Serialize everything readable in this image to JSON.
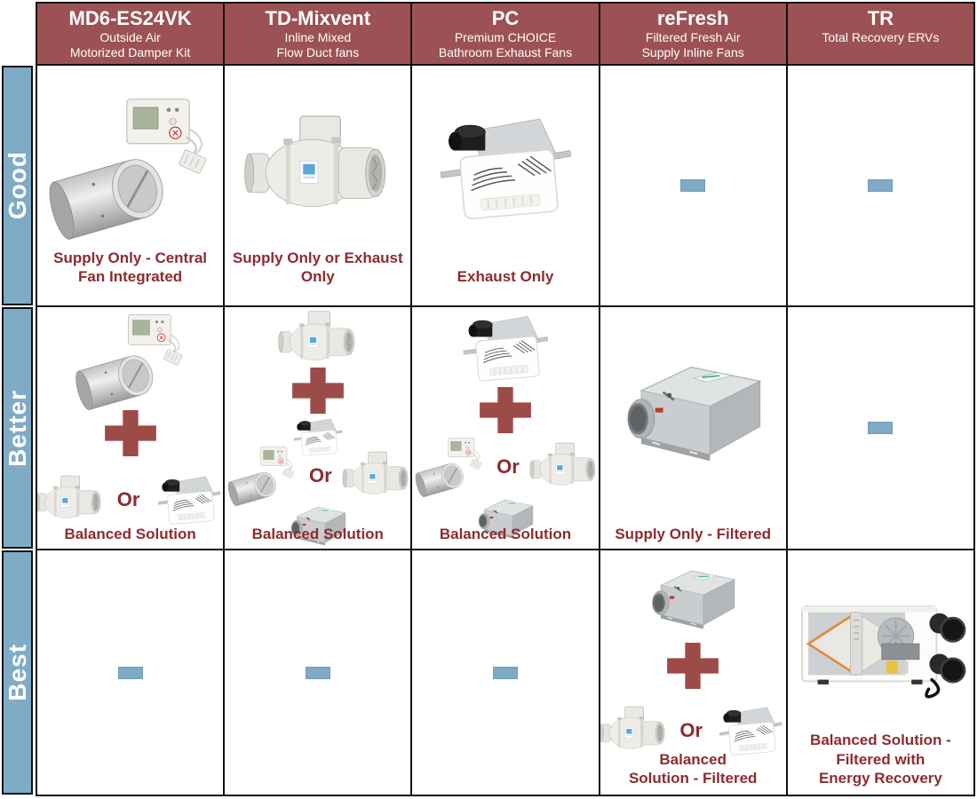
{
  "header": {
    "columns": [
      {
        "title": "MD6-ES24VK",
        "sub1": "Outside Air",
        "sub2": "Motorized Damper Kit"
      },
      {
        "title": "TD-Mixvent",
        "sub1": "Inline Mixed",
        "sub2": "Flow Duct fans"
      },
      {
        "title": "PC",
        "sub1": "Premium CHOICE",
        "sub2": "Bathroom Exhaust Fans"
      },
      {
        "title": "reFresh",
        "sub1": "Filtered Fresh Air",
        "sub2": "Supply Inline Fans"
      },
      {
        "title": "TR",
        "sub1": "Total Recovery ERVs",
        "sub2": ""
      }
    ]
  },
  "row_labels": {
    "good": "Good",
    "better": "Better",
    "best": "Best"
  },
  "or_label": "Or",
  "captions": {
    "good_md6": [
      "Supply Only - Central",
      "Fan Integrated"
    ],
    "good_td": [
      "Supply Only or Exhaust",
      "Only"
    ],
    "good_pc": [
      "Exhaust Only"
    ],
    "better_md6": [
      "Balanced Solution"
    ],
    "better_td": [
      "Balanced Solution"
    ],
    "better_pc": [
      "Balanced Solution"
    ],
    "better_refresh": [
      "Supply Only - Filtered"
    ],
    "best_refresh": [
      "Balanced",
      "Solution - Filtered"
    ],
    "best_tr": [
      "Balanced Solution -",
      "Filtered with",
      "Energy Recovery"
    ]
  },
  "icons": {
    "damper_kit": "damper-kit-with-thermostat",
    "inline_fan": "inline-mixed-flow-fan",
    "exhaust_fan": "bathroom-exhaust-fan",
    "refresh_box": "filtered-supply-inline-fan",
    "erv": "total-recovery-erv",
    "plus": "plus-icon",
    "dash": "not-applicable-dash"
  },
  "colors": {
    "header_bg": "#9C5254",
    "caption_text": "#8D2B2F",
    "plus": "#9D4B49",
    "row_label_bg": "#7FABC6",
    "dash_fill": "#7FA9C4",
    "grid_line": "#111111"
  }
}
